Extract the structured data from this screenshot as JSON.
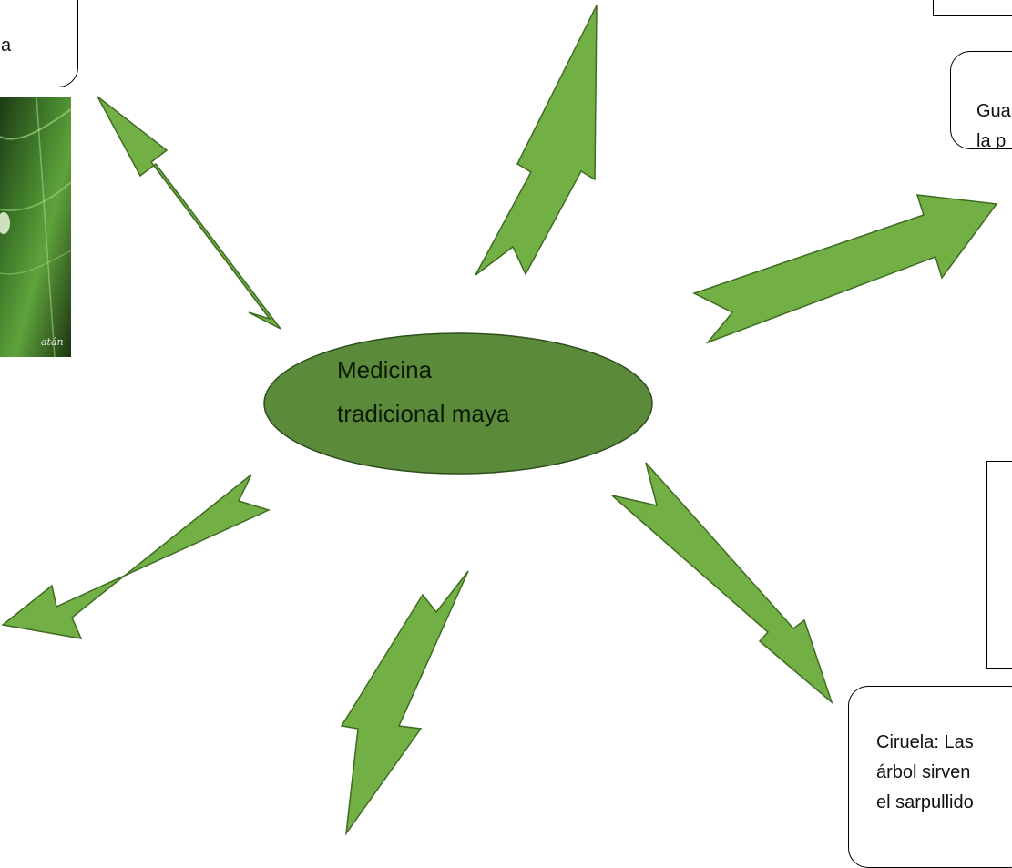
{
  "center_topic": "Medicina\ntradicional maya",
  "callouts": {
    "top_left": "a",
    "top_right": "Gua\nla p",
    "bottom_right": "Ciruela: Las\nárbol sirven\nel sarpullido"
  },
  "photo_left_caption": "atán",
  "colors": {
    "arrow_fill": "#72b046",
    "arrow_stroke": "#3e6b22",
    "ellipse_fill": "#5b8b3a",
    "ellipse_stroke": "#2f4e1d",
    "text": "#000000"
  }
}
